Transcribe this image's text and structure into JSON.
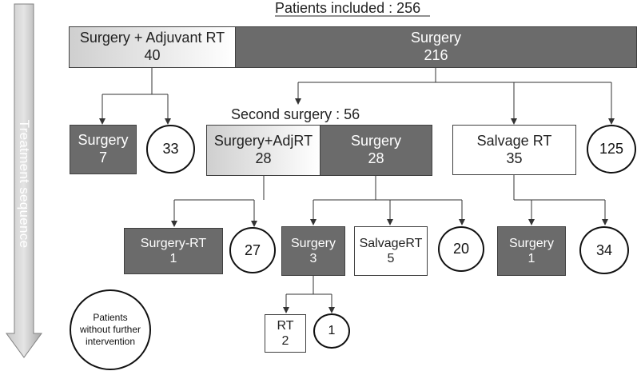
{
  "title": "Patients included : 256",
  "sequence_label": "Treatment sequence",
  "second_surgery_label": "Second surgery : 56",
  "nodes": {
    "top_adjuvant": {
      "label": "Surgery + Adjuvant RT",
      "count": "40"
    },
    "top_surgery": {
      "label": "Surgery",
      "count": "216"
    },
    "l1_surgery": {
      "label": "Surgery",
      "count": "7"
    },
    "l1_circle": {
      "count": "33"
    },
    "l2_surgery_adjrt": {
      "label": "Surgery+AdjRT",
      "count": "28"
    },
    "l2_surgery": {
      "label": "Surgery",
      "count": "28"
    },
    "l2_salvage": {
      "label": "Salvage RT",
      "count": "35"
    },
    "l2_circle": {
      "count": "125"
    },
    "l3_surgery_rt": {
      "label": "Surgery-RT",
      "count": "1"
    },
    "l3_circle_a": {
      "count": "27"
    },
    "l3_surgery": {
      "label": "Surgery",
      "count": "3"
    },
    "l3_salvage": {
      "label": "SalvageRT",
      "count": "5"
    },
    "l3_circle_b": {
      "count": "20"
    },
    "l3_surgery_b": {
      "label": "Surgery",
      "count": "1"
    },
    "l3_circle_c": {
      "count": "34"
    },
    "l4_rt": {
      "label": "RT",
      "count": "2"
    },
    "l4_circle": {
      "count": "1"
    }
  },
  "legend": {
    "text": "Patients without further intervention"
  },
  "colors": {
    "dark_box": "#6b6b6b",
    "arrow_fill": "#b8b8b8",
    "line": "#333333"
  }
}
